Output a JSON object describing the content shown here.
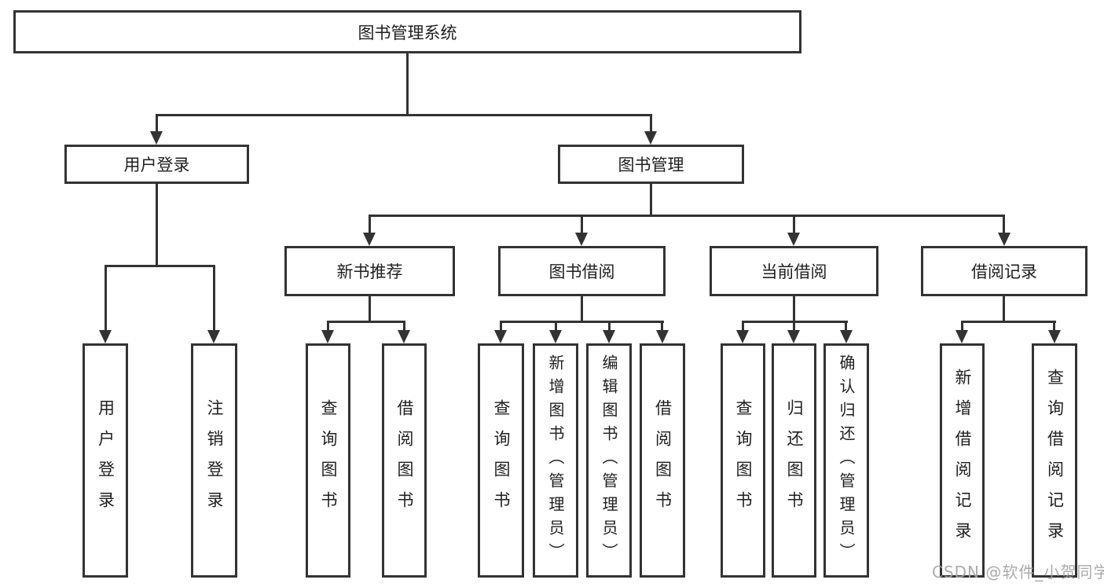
{
  "diagram": {
    "type": "hierarchy-tree",
    "watermark": "CSDN @软件_小贺同学",
    "colors": {
      "line": "#333333",
      "box_border": "#333333",
      "text": "#1f1f1f",
      "watermark": "#a3a3a3",
      "background": "#ffffff"
    }
  },
  "tree": {
    "label": "图书管理系统",
    "children": [
      {
        "label": "用户登录",
        "children": [
          {
            "label": "用户登录"
          },
          {
            "label": "注销登录"
          }
        ]
      },
      {
        "label": "图书管理",
        "children": [
          {
            "label": "新书推荐",
            "children": [
              {
                "label": "查询图书"
              },
              {
                "label": "借阅图书"
              }
            ]
          },
          {
            "label": "图书借阅",
            "children": [
              {
                "label": "查询图书"
              },
              {
                "label": "新增图书（管理员）"
              },
              {
                "label": "编辑图书（管理员）"
              },
              {
                "label": "借阅图书"
              }
            ]
          },
          {
            "label": "当前借阅",
            "children": [
              {
                "label": "查询图书"
              },
              {
                "label": "归还图书"
              },
              {
                "label": "确认归还（管理员）"
              }
            ]
          },
          {
            "label": "借阅记录",
            "children": [
              {
                "label": "新增借阅记录"
              },
              {
                "label": "查询借阅记录"
              }
            ]
          }
        ]
      }
    ]
  }
}
